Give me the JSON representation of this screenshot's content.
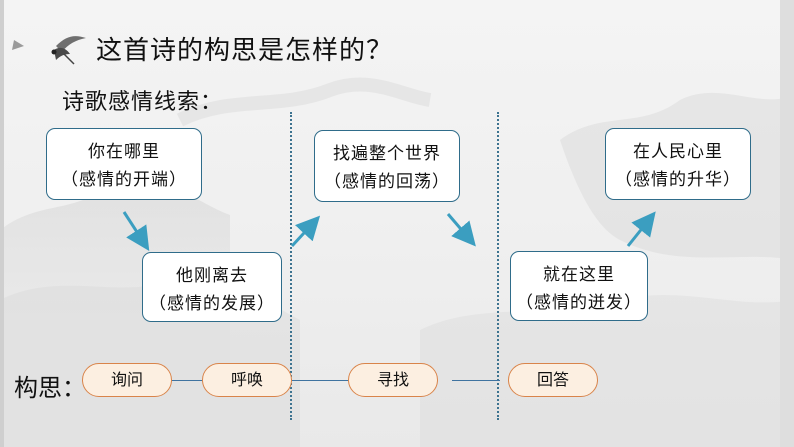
{
  "title": "这首诗的构思是怎样的？",
  "subtitle": "诗歌感情线索：",
  "stages": [
    {
      "line1": "你在哪里",
      "line2": "（感情的开端）"
    },
    {
      "line1": "他刚离去",
      "line2": "（感情的发展）"
    },
    {
      "line1": "找遍整个世界",
      "line2": "（感情的回荡）"
    },
    {
      "line1": "就在这里",
      "line2": "（感情的迸发）"
    },
    {
      "line1": "在人民心里",
      "line2": "（感情的升华）"
    }
  ],
  "structure_label": "构思：",
  "structure_steps": [
    "询问",
    "呼唤",
    "寻找",
    "回答"
  ],
  "colors": {
    "box_border": "#2f6c8a",
    "arrow": "#3b9ec0",
    "pill_fill": "#fcefe1",
    "pill_border": "#d9844a"
  }
}
